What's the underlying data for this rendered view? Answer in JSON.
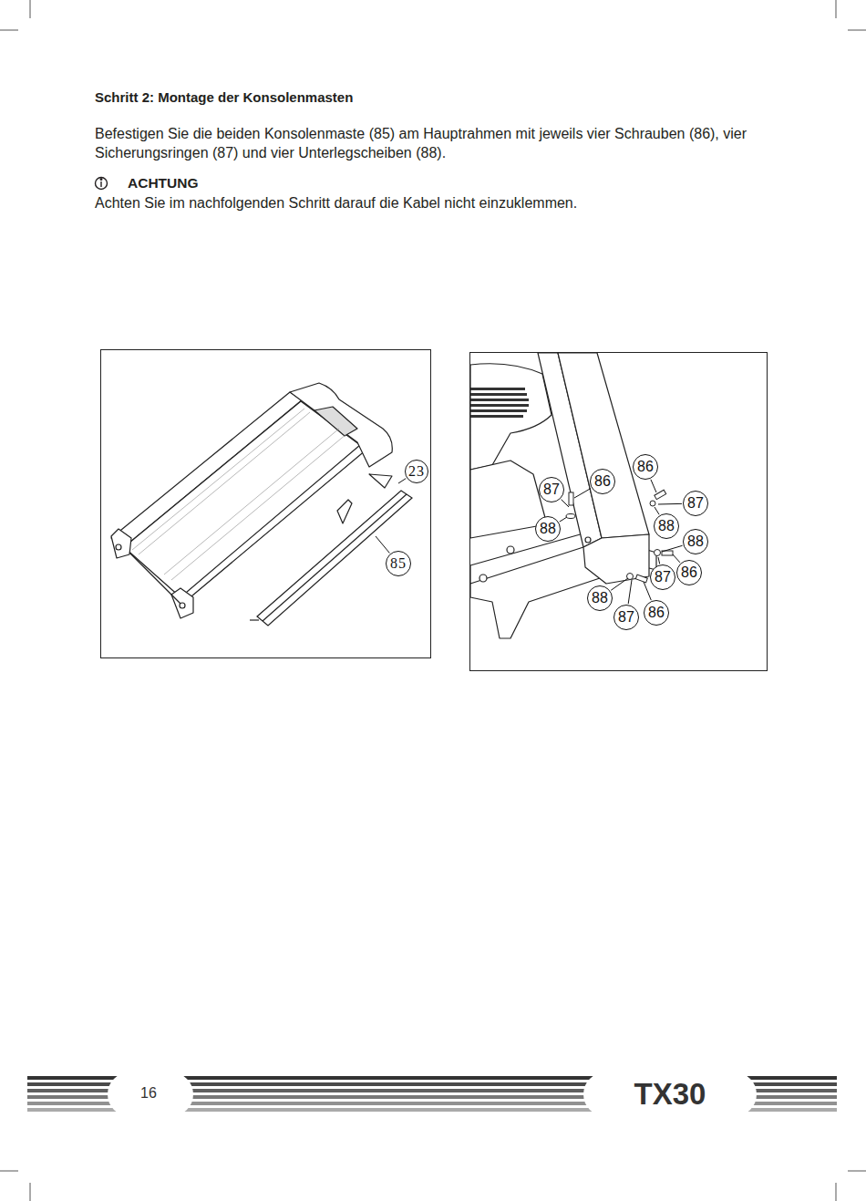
{
  "diagram": {
    "title": "Schritt 2: Montage der Konsolenmasten",
    "nodes": [
      {
        "text": [
          "23"
        ]
      },
      {
        "text": [
          "85"
        ]
      },
      {
        "text": [
          "86"
        ]
      },
      {
        "text": [
          "86"
        ]
      },
      {
        "text": [
          "87"
        ]
      },
      {
        "text": [
          "87"
        ]
      },
      {
        "text": [
          "88"
        ]
      },
      {
        "text": [
          "88"
        ]
      },
      {
        "text": [
          "88"
        ]
      },
      {
        "text": [
          "86"
        ]
      },
      {
        "text": [
          "87"
        ]
      },
      {
        "text": [
          "88"
        ]
      },
      {
        "text": [
          "86"
        ]
      },
      {
        "text": [
          "87"
        ]
      }
    ],
    "edges": [],
    "labels": [
      "Befestigen Sie die beiden Konsolenmaste (85) am Hauptrahmen mit jeweils vier Schrauben (86), vier Sicherungsringen (87) und vier Unterlegscheiben (88).",
      "ACHTUNG",
      "Achten Sie im nachfolgenden Schritt darauf die Kabel nicht einzuklemmen.",
      "16",
      "TX30"
    ]
  }
}
